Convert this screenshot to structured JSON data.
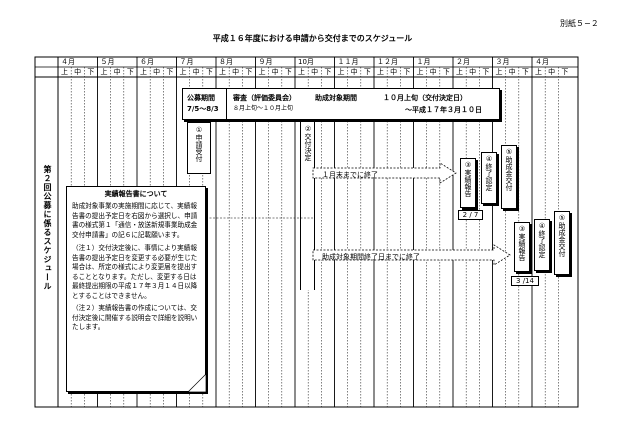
{
  "doc_label": "別紙５−２",
  "title": "平成１６年度における申請から交付までのスケジュール",
  "months": [
    "４月",
    "５月",
    "６月",
    "７月",
    "８月",
    "９月",
    "10月",
    "１１月",
    "１２月",
    "１月",
    "２月",
    "３月",
    "４月"
  ],
  "period_marks": [
    "上",
    "中",
    "下"
  ],
  "side_label": "第２回公募に係るスケジュール",
  "header_band": {
    "koubo_title": "公募期間",
    "koubo_dates": "7/5〜8/3",
    "shinsa_title": "審査（評価委員会）",
    "shinsa_dates": "８月上旬〜１０月上旬",
    "taisho_title": "助成対象期間",
    "taisho_start": "１０月上旬（交付決定日）",
    "taisho_end": "〜平成１７年３月１０日"
  },
  "steps": {
    "s1": "①申請受付",
    "s2": "②交付決定",
    "s3a": "③実績報告",
    "s4a": "④終了認定",
    "s5a": "⑤助成金交付",
    "s3b": "③実績報告",
    "s4b": "④終了認定",
    "s5b": "⑤助成金交付"
  },
  "arrows": {
    "a1": "１月末までに終了",
    "a2": "助成対象期間終了日までに終了"
  },
  "dates": {
    "d1": "2 / 7",
    "d2": "3 /14"
  },
  "note": {
    "title": "実績報告書について",
    "p1": "助成対象事業の実施期間に応じて、実績報告書の提出予定日を右図から選択し、申請書の様式第１「通信・放送新規事業助成金交付申請書」の記６に記載願います。",
    "p2": "（注１）交付決定後に、事情により実績報告書の提出予定日を変更する必要が生じた場合は、所定の様式により変更届を提出することとなります。ただし、変更する日は最終提出期限の平成１７年３月１４日以降とすることはできません。",
    "p3": "（注２）実績報告書の作成については、交付決定後に開催する説明会で詳細を説明いたします。"
  }
}
